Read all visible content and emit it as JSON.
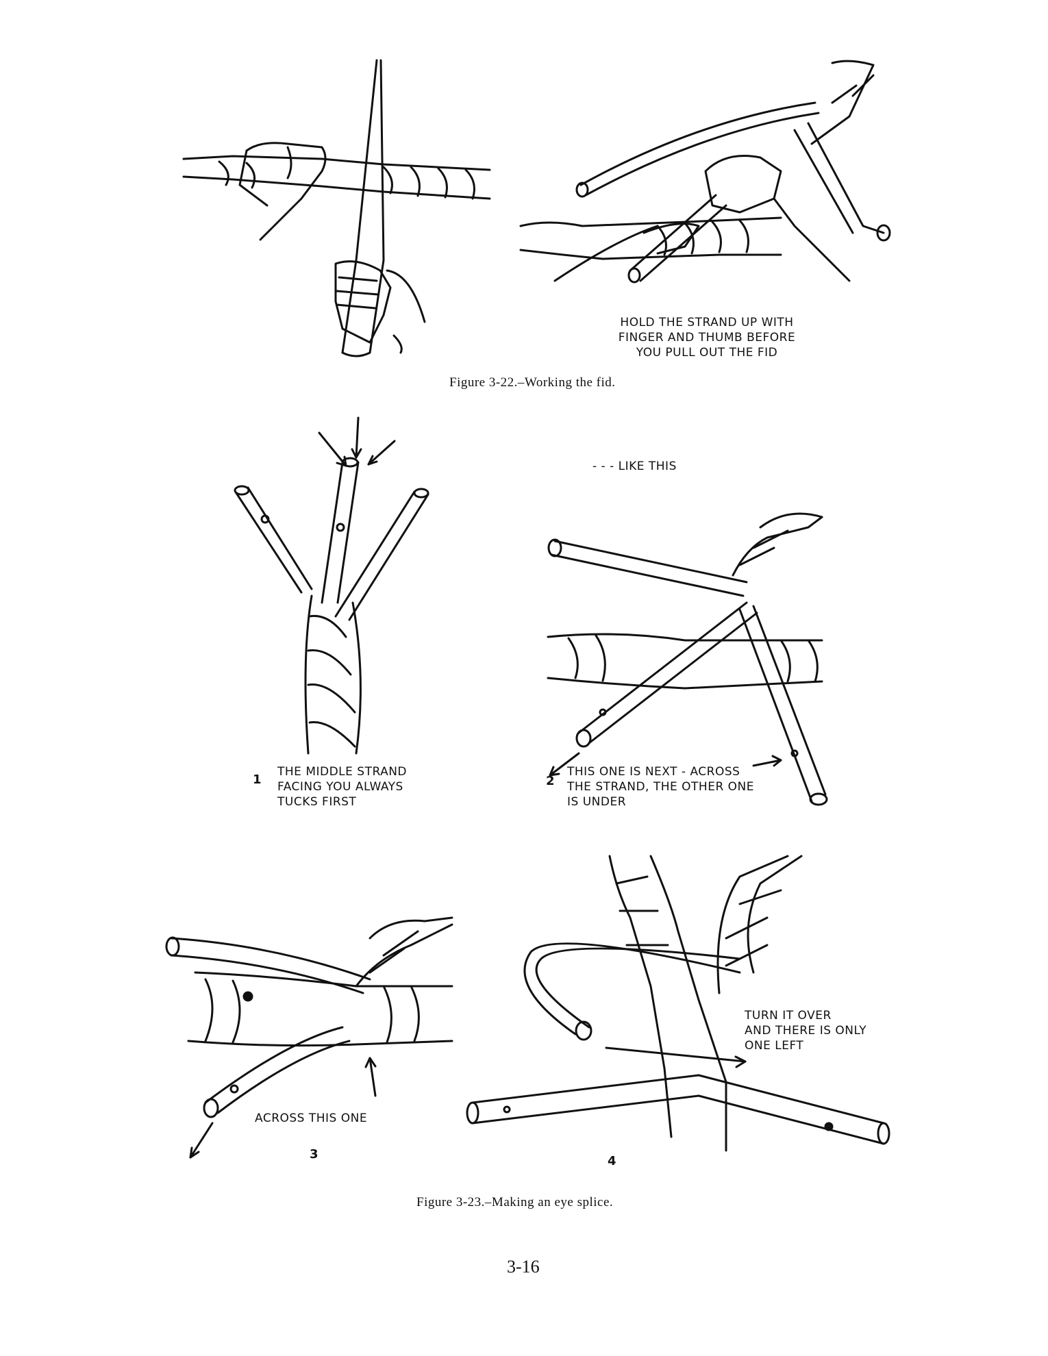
{
  "figure_3_22": {
    "label_text": "HOLD THE STRAND UP WITH\nFINGER AND THUMB BEFORE\nYOU PULL OUT THE FID",
    "caption": "Figure 3-22.–Working the fid."
  },
  "figure_3_23": {
    "like_this": "- - - LIKE THIS",
    "step1": {
      "number": "1",
      "text": "THE MIDDLE STRAND\nFACING YOU ALWAYS\nTUCKS FIRST"
    },
    "step2": {
      "number": "2",
      "text": "THIS ONE IS NEXT - ACROSS\nTHE STRAND, THE OTHER ONE\nIS UNDER"
    },
    "step3": {
      "number": "3",
      "text": "ACROSS THIS ONE"
    },
    "step4": {
      "number": "4",
      "text": "TURN IT OVER\nAND THERE IS ONLY\nONE LEFT"
    },
    "caption": "Figure 3-23.–Making an eye splice."
  },
  "page_number": "3-16"
}
